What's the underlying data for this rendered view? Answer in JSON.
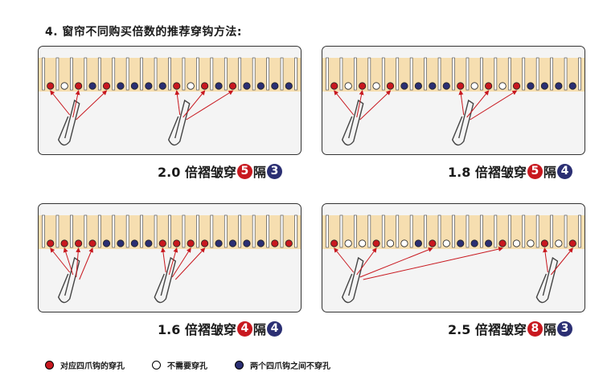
{
  "title": "4. 窗帘不同购买倍数的推荐穿钩方法:",
  "colors": {
    "red": "#c8181f",
    "white": "#ffffff",
    "blue": "#2b2f73",
    "tape": "#f6deb0",
    "pleat": "#e2c383",
    "panel_bg": "#f4f4f4"
  },
  "panels": [
    {
      "caption_text": "2.0 倍褶皱穿",
      "badge1": "5",
      "badge1_color": "red",
      "word": "隔",
      "badge2": "3",
      "badge2_color": "blue",
      "holes": [
        "R",
        "W",
        "R",
        "B",
        "R",
        "B",
        "B",
        "B",
        "B",
        "R",
        "W",
        "R",
        "B",
        "R",
        "B",
        "B",
        "B",
        "B"
      ],
      "hooks": [
        {
          "pin_holes": [
            0,
            2,
            4
          ]
        },
        {
          "pin_holes": [
            9,
            11,
            13
          ]
        }
      ]
    },
    {
      "caption_text": "1.8 倍褶皱穿",
      "badge1": "5",
      "badge1_color": "red",
      "word": "隔",
      "badge2": "4",
      "badge2_color": "blue",
      "holes": [
        "R",
        "W",
        "R",
        "W",
        "R",
        "B",
        "B",
        "B",
        "B",
        "R",
        "W",
        "R",
        "W",
        "R",
        "B",
        "B",
        "B",
        "B"
      ],
      "hooks": [
        {
          "pin_holes": [
            0,
            2,
            4
          ]
        },
        {
          "pin_holes": [
            9,
            11,
            13
          ]
        }
      ]
    },
    {
      "caption_text": "1.6 倍褶皱穿",
      "badge1": "4",
      "badge1_color": "red",
      "word": "隔",
      "badge2": "4",
      "badge2_color": "blue",
      "holes": [
        "R",
        "R",
        "R",
        "R",
        "B",
        "B",
        "B",
        "B",
        "R",
        "R",
        "R",
        "R",
        "B",
        "B",
        "B",
        "B",
        "R",
        "R"
      ],
      "hooks": [
        {
          "pin_holes": [
            0,
            1,
            2,
            3
          ]
        },
        {
          "pin_holes": [
            8,
            9,
            10,
            11
          ]
        }
      ]
    },
    {
      "caption_text": "2.5 倍褶皱穿",
      "badge1": "8",
      "badge1_color": "red",
      "word": "隔",
      "badge2": "3",
      "badge2_color": "blue",
      "holes": [
        "R",
        "W",
        "W",
        "R",
        "W",
        "W",
        "B",
        "R",
        "W",
        "B",
        "B",
        "B",
        "R",
        "W",
        "W",
        "R",
        "W",
        "R"
      ],
      "hooks": [
        {
          "pin_holes": [
            0,
            3,
            7,
            12
          ]
        },
        {
          "pin_holes": [
            15,
            17
          ]
        }
      ]
    }
  ],
  "legend": [
    {
      "color": "red",
      "label": "对应四爪钩的穿孔"
    },
    {
      "color": "white",
      "label": "不需要穿孔"
    },
    {
      "color": "blue",
      "label": "两个四爪钩之间不穿孔"
    }
  ]
}
